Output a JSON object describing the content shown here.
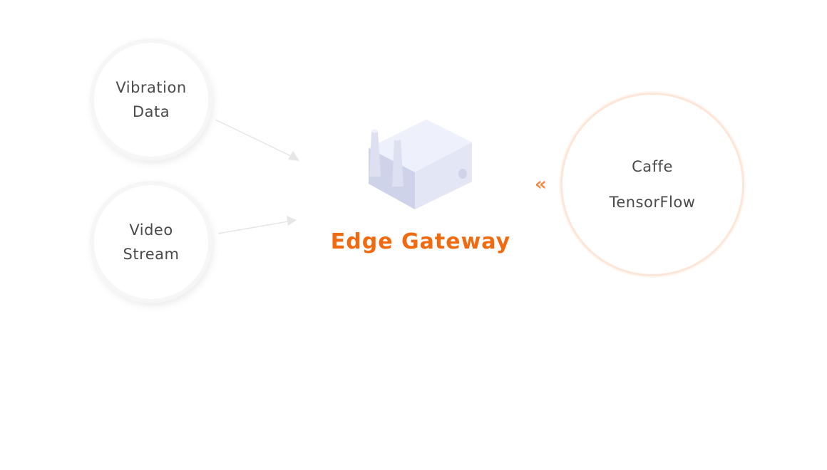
{
  "inputs": [
    {
      "line1": "Vibration",
      "line2": "Data"
    },
    {
      "line1": "Video",
      "line2": "Stream"
    }
  ],
  "center": {
    "label": "Edge Gateway",
    "icon": "router-device-icon",
    "color": "#f26a0f"
  },
  "frameworks": {
    "items": [
      "Caffe",
      "TensorFlow"
    ],
    "ring_color": "#fde6d8",
    "arrow_icon": "double-chevron-left-icon",
    "arrow_glyph": "«"
  }
}
